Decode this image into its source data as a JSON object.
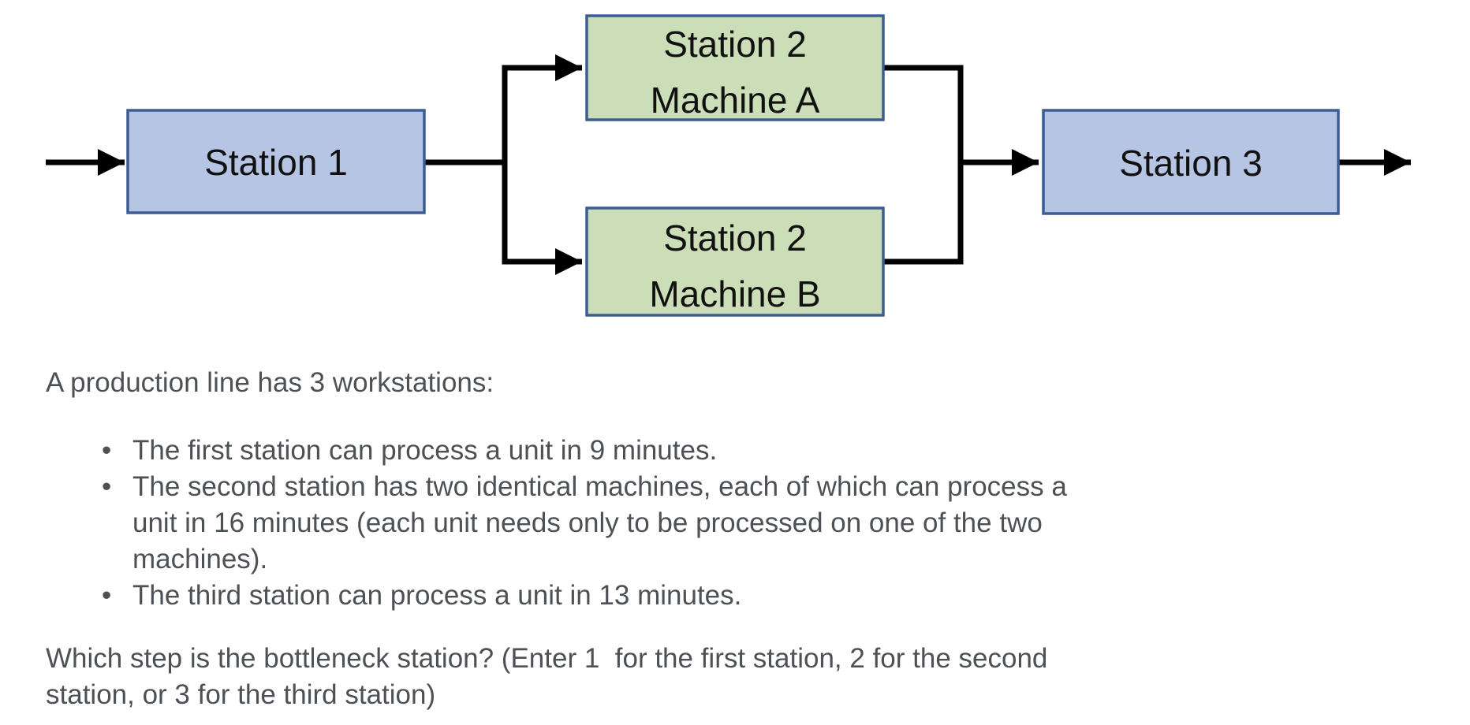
{
  "diagram": {
    "station1": {
      "label": "Station 1"
    },
    "station2a": {
      "line1": "Station 2",
      "line2": "Machine A"
    },
    "station2b": {
      "line1": "Station 2",
      "line2": "Machine B"
    },
    "station3": {
      "label": "Station 3"
    },
    "colors": {
      "station_fill_blue": "#b6c5e3",
      "machine_fill_green": "#cbdeb7",
      "box_border": "#3c5c94",
      "arrow": "#000000",
      "box_label": "#111111",
      "body_text": "#4d5156"
    }
  },
  "problem": {
    "bullet_glyph": "•",
    "intro": "A production line has 3 workstations:",
    "bullets": [
      {
        "lines": [
          "The first station can process a unit in 9 minutes."
        ]
      },
      {
        "lines": [
          "The second station has two identical machines, each of which can process a",
          "unit in 16 minutes (each unit needs only to be processed on one of the two",
          "machines)."
        ]
      },
      {
        "lines": [
          "The third station can process a unit in 13 minutes."
        ]
      }
    ],
    "question_lines": [
      "Which step is the bottleneck station? (Enter 1  for the first station, 2 for the second",
      "station, or 3 for the third station)"
    ]
  }
}
